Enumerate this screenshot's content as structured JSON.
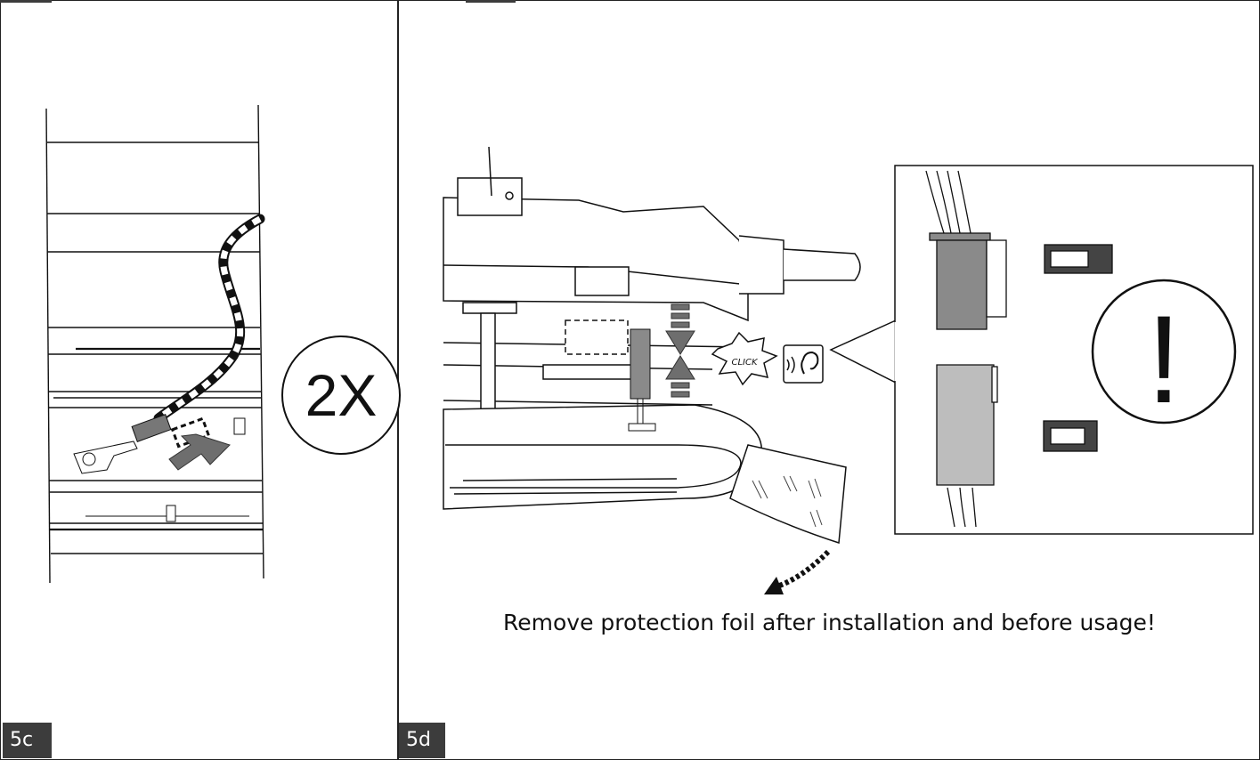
{
  "panels": [
    {
      "step_label": "5c",
      "multiplier": "2X"
    },
    {
      "step_label": "5d",
      "caption": "Remove protection foil after installation and before usage!",
      "click_label": "CLICK",
      "warning_symbol": "!"
    }
  ],
  "colors": {
    "badge_bg": "#3c3c3c",
    "line": "#111111",
    "arrow_gray": "#6e6e6e",
    "connector_gray": "#8a8a8a",
    "connector_light": "#bdbdbd"
  },
  "icons": [
    "ear-icon",
    "exclamation-warning-icon",
    "arrow-icon"
  ]
}
